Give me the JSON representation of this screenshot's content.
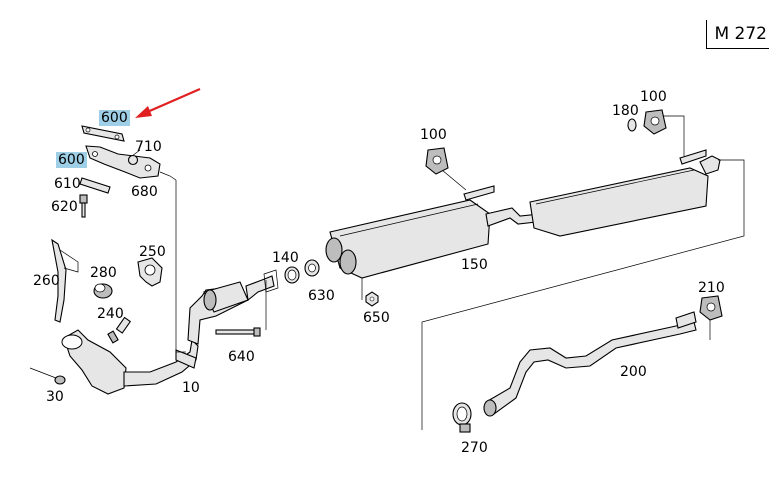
{
  "model_label": "M 272",
  "arrow_color": "#e02020",
  "highlight_color": "#9ecfe6",
  "callouts": {
    "p600a": "600",
    "p600b": "600",
    "p710": "710",
    "p610": "610",
    "p680": "680",
    "p620": "620",
    "p260": "260",
    "p280": "280",
    "p250": "250",
    "p240": "240",
    "p30": "30",
    "p10": "10",
    "p140": "140",
    "p630": "630",
    "p640": "640",
    "p650": "650",
    "p100a": "100",
    "p100b": "100",
    "p180": "180",
    "p150": "150",
    "p210": "210",
    "p200": "200",
    "p270": "270"
  }
}
